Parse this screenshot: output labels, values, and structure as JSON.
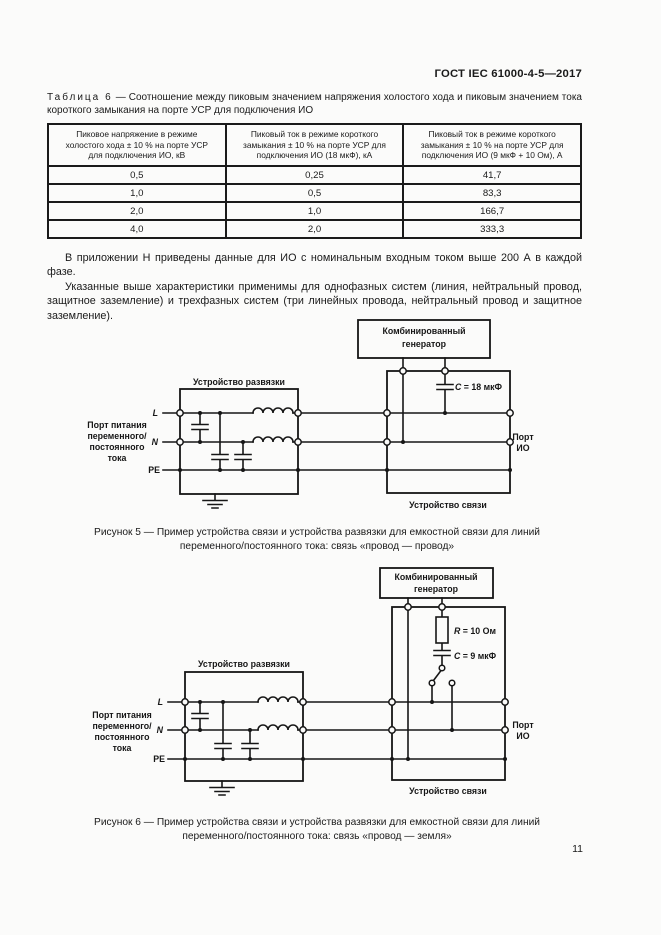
{
  "page": {
    "header": "ГОСТ IEC 61000-4-5—2017",
    "page_number": "11"
  },
  "table_caption": {
    "label": "Таблица 6",
    "text": "— Соотношение между пиковым значением напряжения холостого хода и пиковым значением тока короткого замыкания на порте УСР для подключения ИО"
  },
  "table": {
    "headers": [
      "Пиковое напряжение в режиме холостого хода ± 10 % на порте УСР для подключения ИО, кВ",
      "Пиковый ток в режиме короткого замыкания ± 10 % на порте УСР для подключения ИО (18 мкФ), кА",
      "Пиковый ток в режиме короткого замыкания ± 10 % на порте УСР для подключения ИО (9 мкФ + 10 Ом), А"
    ],
    "rows": [
      [
        "0,5",
        "0,25",
        "41,7"
      ],
      [
        "1,0",
        "0,5",
        "83,3"
      ],
      [
        "2,0",
        "1,0",
        "166,7"
      ],
      [
        "4,0",
        "2,0",
        "333,3"
      ]
    ]
  },
  "paragraphs": [
    "В приложении Н приведены данные для ИО с номинальным входным током выше 200 А в каждой фазе.",
    "Указанные выше характеристики применимы для однофазных систем (линия, нейтральный провод, защитное заземление) и трехфазных систем (три линейных провода, нейтральный провод и защитное заземление)."
  ],
  "fig5": {
    "generator_lines": [
      "Комбинированный",
      "генератор"
    ],
    "decoupling_label": "Устройство развязки",
    "coupling_label": "Устройство связи",
    "supply_port_lines": [
      "Порт питания",
      "переменного/",
      "постоянного",
      "тока"
    ],
    "eut_port_lines": [
      "Порт",
      "ИО"
    ],
    "wires": {
      "l": "L",
      "n": "N",
      "pe": "PE"
    },
    "cap_var": "C",
    "cap_val": " = 18 мкФ",
    "caption": "Рисунок 5 — Пример устройства связи и устройства развязки для емкостной связи для линий переменного/постоянного тока: связь «провод — провод»"
  },
  "fig6": {
    "generator_lines": [
      "Комбинированный",
      "генератор"
    ],
    "decoupling_label": "Устройство развязки",
    "coupling_label": "Устройство связи",
    "supply_port_lines": [
      "Порт питания",
      "переменного/",
      "постоянного",
      "тока"
    ],
    "eut_port_lines": [
      "Порт",
      "ИО"
    ],
    "wires": {
      "l": "L",
      "n": "N",
      "pe": "PE"
    },
    "res_var": "R",
    "res_val": " = 10 Ом",
    "cap_var": "C",
    "cap_val": " = 9 мкФ",
    "caption": "Рисунок 6 — Пример устройства связи и устройства развязки для емкостной связи для линий переменного/постоянного тока: связь «провод — земля»"
  }
}
